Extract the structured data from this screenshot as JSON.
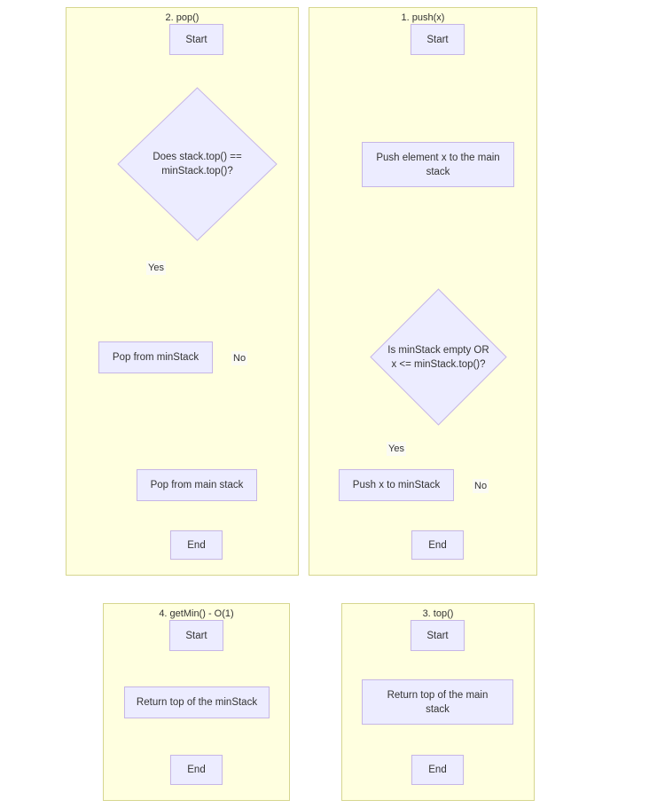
{
  "diagram": {
    "type": "flowchart",
    "background": "#ffffff",
    "panel_fill": "#ffffe0",
    "panel_border": "#d6d68f",
    "node_fill": "#ececff",
    "node_border": "#c6b6e6",
    "edge_color": "#6b6b4a",
    "text_color": "#333333",
    "panels": [
      {
        "id": "pop",
        "title": "2. pop()",
        "nodes": [
          {
            "id": "pop-start",
            "label": "Start",
            "shape": "rect"
          },
          {
            "id": "pop-decision",
            "label": "Does stack.top() ==\nminStack.top()?",
            "shape": "diamond"
          },
          {
            "id": "pop-minstack",
            "label": "Pop from minStack",
            "shape": "rect"
          },
          {
            "id": "pop-mainstack",
            "label": "Pop from main stack",
            "shape": "rect"
          },
          {
            "id": "pop-end",
            "label": "End",
            "shape": "rect"
          }
        ],
        "edges": [
          {
            "from": "pop-start",
            "to": "pop-decision",
            "label": ""
          },
          {
            "from": "pop-decision",
            "to": "pop-minstack",
            "label": "Yes"
          },
          {
            "from": "pop-decision",
            "to": "pop-mainstack",
            "label": "No"
          },
          {
            "from": "pop-minstack",
            "to": "pop-mainstack",
            "label": ""
          },
          {
            "from": "pop-mainstack",
            "to": "pop-end",
            "label": ""
          }
        ]
      },
      {
        "id": "push",
        "title": "1. push(x)",
        "nodes": [
          {
            "id": "push-start",
            "label": "Start",
            "shape": "rect"
          },
          {
            "id": "push-main",
            "label": "Push element x to the main\nstack",
            "shape": "rect"
          },
          {
            "id": "push-decision",
            "label": "Is minStack empty OR\nx <= minStack.top()?",
            "shape": "diamond"
          },
          {
            "id": "push-minstack",
            "label": "Push x to minStack",
            "shape": "rect"
          },
          {
            "id": "push-end",
            "label": "End",
            "shape": "rect"
          }
        ],
        "edges": [
          {
            "from": "push-start",
            "to": "push-main",
            "label": ""
          },
          {
            "from": "push-main",
            "to": "push-decision",
            "label": ""
          },
          {
            "from": "push-decision",
            "to": "push-minstack",
            "label": "Yes"
          },
          {
            "from": "push-decision",
            "to": "push-end",
            "label": "No"
          },
          {
            "from": "push-minstack",
            "to": "push-end",
            "label": ""
          }
        ]
      },
      {
        "id": "getmin",
        "title": "4. getMin() - O(1)",
        "nodes": [
          {
            "id": "getmin-start",
            "label": "Start",
            "shape": "rect"
          },
          {
            "id": "getmin-return",
            "label": "Return top of the minStack",
            "shape": "rect"
          },
          {
            "id": "getmin-end",
            "label": "End",
            "shape": "rect"
          }
        ],
        "edges": [
          {
            "from": "getmin-start",
            "to": "getmin-return",
            "label": ""
          },
          {
            "from": "getmin-return",
            "to": "getmin-end",
            "label": ""
          }
        ]
      },
      {
        "id": "top",
        "title": "3. top()",
        "nodes": [
          {
            "id": "top-start",
            "label": "Start",
            "shape": "rect"
          },
          {
            "id": "top-return",
            "label": "Return top of the main\nstack",
            "shape": "rect"
          },
          {
            "id": "top-end",
            "label": "End",
            "shape": "rect"
          }
        ],
        "edges": [
          {
            "from": "top-start",
            "to": "top-return",
            "label": ""
          },
          {
            "from": "top-return",
            "to": "top-end",
            "label": ""
          }
        ]
      }
    ],
    "labels": {
      "pop_title": "2. pop()",
      "push_title": "1. push(x)",
      "getmin_title": "4. getMin() - O(1)",
      "top_title": "3. top()",
      "start": "Start",
      "end": "End",
      "pop_decision": "Does stack.top() ==",
      "pop_decision_2": "minStack.top()?",
      "pop_minstack": "Pop from minStack",
      "pop_mainstack": "Pop from main stack",
      "push_main": "Push element x to the main",
      "push_main_2": "stack",
      "push_decision": "Is minStack empty OR",
      "push_decision_2": "x <= minStack.top()?",
      "push_minstack": "Push x to minStack",
      "getmin_return": "Return top of the minStack",
      "top_return": "Return top of the main",
      "top_return_2": "stack",
      "yes": "Yes",
      "no": "No"
    }
  }
}
